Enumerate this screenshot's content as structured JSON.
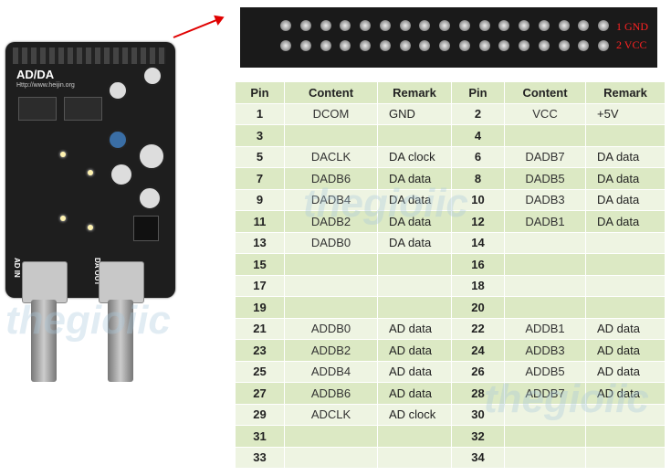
{
  "board": {
    "title": "AD/DA",
    "url": "Http://www.heijin.org",
    "ad_input_label": "AD IN",
    "da_output_label": "DA OUT"
  },
  "header_labels": {
    "gnd": "1 GND",
    "vcc": "2 VCC"
  },
  "watermark": "thegioiic",
  "table": {
    "headers": [
      "Pin",
      "Content",
      "Remark",
      "Pin",
      "Content",
      "Remark"
    ],
    "rows": [
      {
        "pin1": "1",
        "content1": "DCOM",
        "remark1": "GND",
        "pin2": "2",
        "content2": "VCC",
        "remark2": "+5V"
      },
      {
        "pin1": "3",
        "content1": "",
        "remark1": "",
        "pin2": "4",
        "content2": "",
        "remark2": ""
      },
      {
        "pin1": "5",
        "content1": "DACLK",
        "remark1": "DA clock",
        "pin2": "6",
        "content2": "DADB7",
        "remark2": "DA data"
      },
      {
        "pin1": "7",
        "content1": "DADB6",
        "remark1": "DA data",
        "pin2": "8",
        "content2": "DADB5",
        "remark2": "DA data"
      },
      {
        "pin1": "9",
        "content1": "DADB4",
        "remark1": "DA data",
        "pin2": "10",
        "content2": "DADB3",
        "remark2": "DA data"
      },
      {
        "pin1": "11",
        "content1": "DADB2",
        "remark1": "DA data",
        "pin2": "12",
        "content2": "DADB1",
        "remark2": "DA data"
      },
      {
        "pin1": "13",
        "content1": "DADB0",
        "remark1": "DA data",
        "pin2": "14",
        "content2": "",
        "remark2": ""
      },
      {
        "pin1": "15",
        "content1": "",
        "remark1": "",
        "pin2": "16",
        "content2": "",
        "remark2": ""
      },
      {
        "pin1": "17",
        "content1": "",
        "remark1": "",
        "pin2": "18",
        "content2": "",
        "remark2": ""
      },
      {
        "pin1": "19",
        "content1": "",
        "remark1": "",
        "pin2": "20",
        "content2": "",
        "remark2": ""
      },
      {
        "pin1": "21",
        "content1": "ADDB0",
        "remark1": "AD data",
        "pin2": "22",
        "content2": "ADDB1",
        "remark2": "AD data"
      },
      {
        "pin1": "23",
        "content1": "ADDB2",
        "remark1": "AD data",
        "pin2": "24",
        "content2": "ADDB3",
        "remark2": "AD data"
      },
      {
        "pin1": "25",
        "content1": "ADDB4",
        "remark1": "AD data",
        "pin2": "26",
        "content2": "ADDB5",
        "remark2": "AD data"
      },
      {
        "pin1": "27",
        "content1": "ADDB6",
        "remark1": "AD data",
        "pin2": "28",
        "content2": "ADDB7",
        "remark2": "AD data"
      },
      {
        "pin1": "29",
        "content1": "ADCLK",
        "remark1": "AD clock",
        "pin2": "30",
        "content2": "",
        "remark2": ""
      },
      {
        "pin1": "31",
        "content1": "",
        "remark1": "",
        "pin2": "32",
        "content2": "",
        "remark2": ""
      },
      {
        "pin1": "33",
        "content1": "",
        "remark1": "",
        "pin2": "34",
        "content2": "",
        "remark2": ""
      }
    ]
  }
}
